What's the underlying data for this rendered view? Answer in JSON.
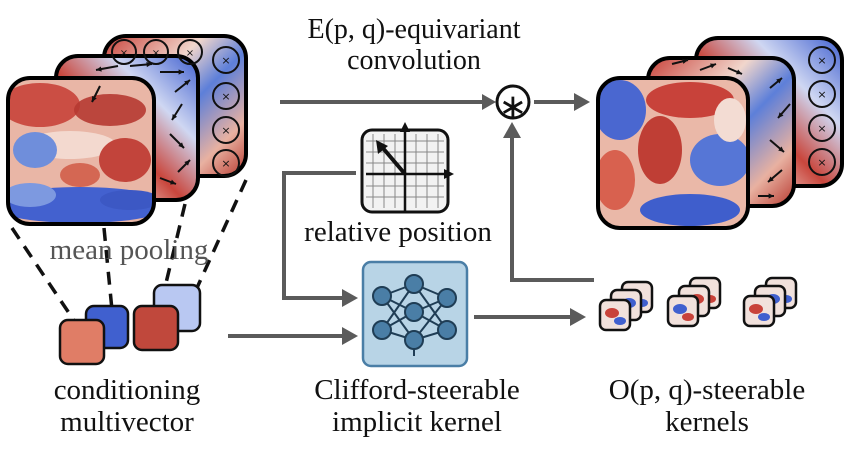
{
  "labels": {
    "conv_line1": "E(p, q)-equivariant",
    "conv_line2": "convolution",
    "relative_position": "relative position",
    "mean_pooling": "mean pooling",
    "cond_line1": "conditioning",
    "cond_line2": "multivector",
    "kernel_line1": "Clifford-steerable",
    "kernel_line2": "implicit kernel",
    "steer_line1": "O(p, q)-steerable",
    "steer_line2": "kernels"
  },
  "symbols": {
    "conv_operator": "∗",
    "circle_mark": "×"
  },
  "colors": {
    "arrow": "#5b5b5b",
    "red": "#c8423a",
    "blue": "#4060cf",
    "light_red": "#e07d66",
    "light_blue": "#b9c8f2",
    "network_fill": "#b8d4e6",
    "network_node": "#4a7ea6"
  }
}
